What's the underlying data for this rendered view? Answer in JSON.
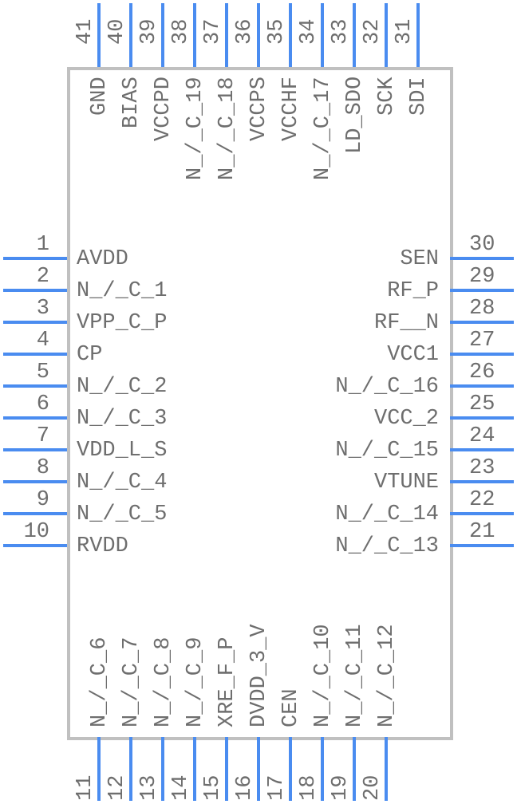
{
  "title": "IC Symbol Pinout",
  "colors": {
    "pin": "#4a8cf0",
    "body_border": "#c0c0c0",
    "text": "#6e6e6e"
  },
  "pins": {
    "left": [
      {
        "num": "1",
        "name": "AVDD"
      },
      {
        "num": "2",
        "name": "N_/_C_1"
      },
      {
        "num": "3",
        "name": "VPP_C_P"
      },
      {
        "num": "4",
        "name": "CP"
      },
      {
        "num": "5",
        "name": "N_/_C_2"
      },
      {
        "num": "6",
        "name": "N_/_C_3"
      },
      {
        "num": "7",
        "name": "VDD_L_S"
      },
      {
        "num": "8",
        "name": "N_/_C_4"
      },
      {
        "num": "9",
        "name": "N_/_C_5"
      },
      {
        "num": "10",
        "name": "RVDD"
      }
    ],
    "bottom": [
      {
        "num": "11",
        "name": "N_/_C_6"
      },
      {
        "num": "12",
        "name": "N_/_C_7"
      },
      {
        "num": "13",
        "name": "N_/_C_8"
      },
      {
        "num": "14",
        "name": "N_/_C_9"
      },
      {
        "num": "15",
        "name": "XRE_F_P"
      },
      {
        "num": "16",
        "name": "DVDD_3_V"
      },
      {
        "num": "17",
        "name": "CEN"
      },
      {
        "num": "18",
        "name": "N_/_C_10"
      },
      {
        "num": "19",
        "name": "N_/_C_11"
      },
      {
        "num": "20",
        "name": "N_/_C_12"
      }
    ],
    "right": [
      {
        "num": "21",
        "name": "N_/_C_13"
      },
      {
        "num": "22",
        "name": "N_/_C_14"
      },
      {
        "num": "23",
        "name": "VTUNE"
      },
      {
        "num": "24",
        "name": "N_/_C_15"
      },
      {
        "num": "25",
        "name": "VCC_2"
      },
      {
        "num": "26",
        "name": "N_/_C_16"
      },
      {
        "num": "27",
        "name": "VCC1"
      },
      {
        "num": "28",
        "name": "RF__N"
      },
      {
        "num": "29",
        "name": "RF_P"
      },
      {
        "num": "30",
        "name": "SEN"
      }
    ],
    "top": [
      {
        "num": "31",
        "name": "SDI"
      },
      {
        "num": "32",
        "name": "SCK"
      },
      {
        "num": "33",
        "name": "LD_SDO"
      },
      {
        "num": "34",
        "name": "N_/_C_17"
      },
      {
        "num": "35",
        "name": "VCCHF"
      },
      {
        "num": "36",
        "name": "VCCPS"
      },
      {
        "num": "37",
        "name": "N_/_C_18"
      },
      {
        "num": "38",
        "name": "N_/_C_19"
      },
      {
        "num": "39",
        "name": "VCCPD"
      },
      {
        "num": "40",
        "name": "BIAS"
      },
      {
        "num": "41",
        "name": "GND"
      }
    ]
  }
}
